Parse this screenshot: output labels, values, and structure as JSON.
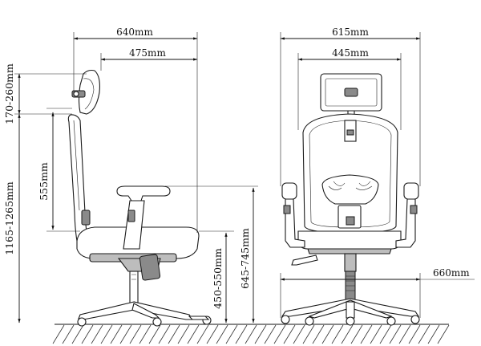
{
  "diagram": {
    "side_view": {
      "overall_depth": "640mm",
      "seat_depth": "475mm",
      "headrest_adjust": "170-260mm",
      "overall_height": "1165-1265mm",
      "backrest_height": "555mm",
      "seat_height": "450-550mm",
      "armrest_height": "645-745mm"
    },
    "front_view": {
      "overall_width": "615mm",
      "seat_width": "445mm",
      "base_diameter": "660mm"
    }
  }
}
